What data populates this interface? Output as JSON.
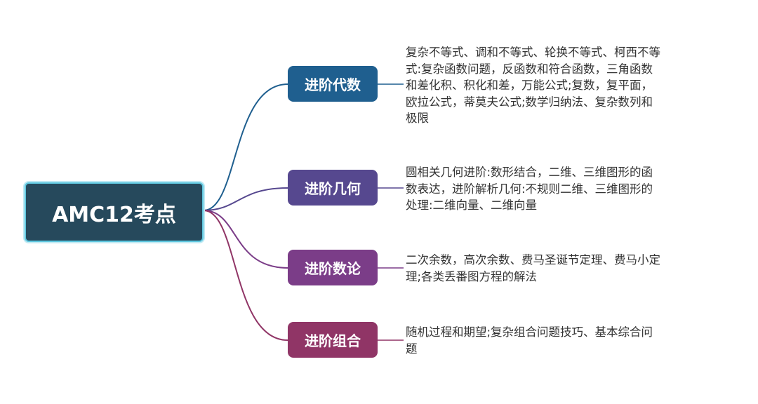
{
  "root": {
    "label": "AMC12考点",
    "color": "#26495c"
  },
  "branches": [
    {
      "label": "进阶代数",
      "color": "#1f5f8f",
      "description": "复杂不等式、调和不等式、轮换不等式、柯西不等式:复杂函数问题，反函数和符合函数，三角函数和差化积、积化和差，万能公式;复数，复平面，欧拉公式，蒂莫夫公式;数学归纳法、复杂数列和极限"
    },
    {
      "label": "进阶几何",
      "color": "#56488f",
      "description": "圆相关几何进阶:数形结合，二维、三维图形的函数表达，进阶解析几何:不规则二维、三维图形的处理:二维向量、二维向量"
    },
    {
      "label": "进阶数论",
      "color": "#7b3d88",
      "description": "二次余数，高次余数、费马圣诞节定理、费马小定理;各类丢番图方程的解法"
    },
    {
      "label": "进阶组合",
      "color": "#903566",
      "description": "随机过程和期望;复杂组合问题技巧、基本综合问题"
    }
  ]
}
